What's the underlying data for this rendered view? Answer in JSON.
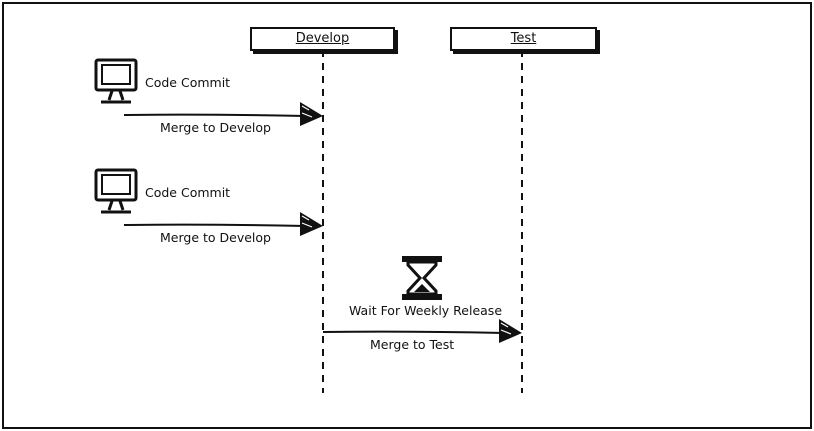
{
  "lanes": {
    "develop": "Develop",
    "test": "Test"
  },
  "steps": [
    {
      "actor_label": "Code Commit",
      "message": "Merge to Develop"
    },
    {
      "actor_label": "Code Commit",
      "message": "Merge to Develop"
    },
    {
      "actor_label": "Wait For Weekly Release",
      "message": "Merge to Test"
    }
  ],
  "icons": {
    "actor": "computer-monitor-icon",
    "wait": "hourglass-icon"
  }
}
